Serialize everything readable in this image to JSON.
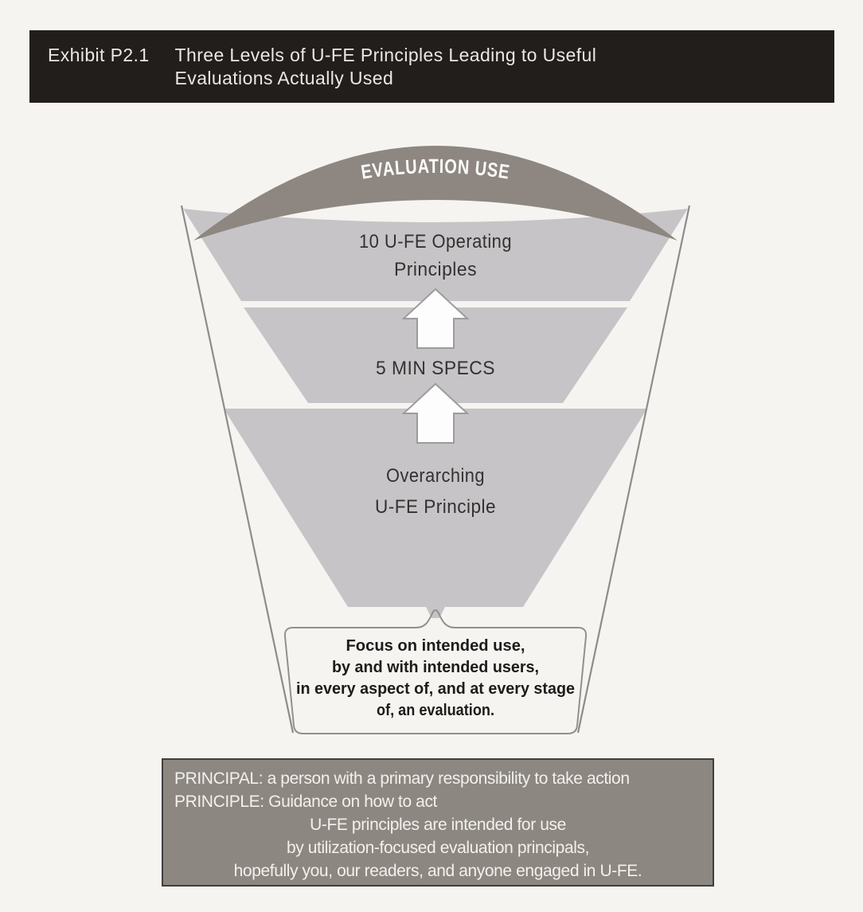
{
  "colors": {
    "page_bg": "#f6f4f1",
    "title_bar_bg": "#211e1b",
    "title_bar_text": "#e9e8e5",
    "funnel_level_fill": "#c6c4c6",
    "banner_fill": "#8e8781",
    "banner_text": "#fcfcfb",
    "funnel_outline": "#8c8c8c",
    "level_label_text": "#343230",
    "arrow_fill": "#fdfdfd",
    "arrow_outline": "#9c9c9c",
    "callout_border": "#909090",
    "callout_text": "#1d1c1b",
    "info_box_bg": "#8d8781",
    "info_box_border": "#413e3b",
    "info_box_text": "#f2f1ee"
  },
  "header": {
    "exhibit_label": "Exhibit P2.1",
    "title_line1": "Three Levels of U-FE Principles Leading to Useful",
    "title_line2": "Evaluations Actually Used"
  },
  "funnel": {
    "banner_label": "EVALUATION USE",
    "levels": [
      {
        "name": "operating-principles",
        "line1": "10 U-FE Operating",
        "line2": "Principles"
      },
      {
        "name": "min-specs",
        "line1": "5 MIN SPECS"
      },
      {
        "name": "overarching-principle",
        "line1": "Overarching",
        "line2": "U-FE Principle"
      }
    ],
    "callout_lines": [
      "Focus on intended use,",
      "by and with intended users,",
      "in every aspect of, and at every stage",
      "of, an evaluation."
    ]
  },
  "info_box": {
    "line1": "PRINCIPAL: a person with a primary responsibility to take action",
    "line2": "PRINCIPLE: Guidance on how to act",
    "line3": "U-FE principles are intended for use",
    "line4": "by utilization-focused evaluation principals,",
    "line5": "hopefully you, our readers, and anyone engaged in U-FE."
  }
}
